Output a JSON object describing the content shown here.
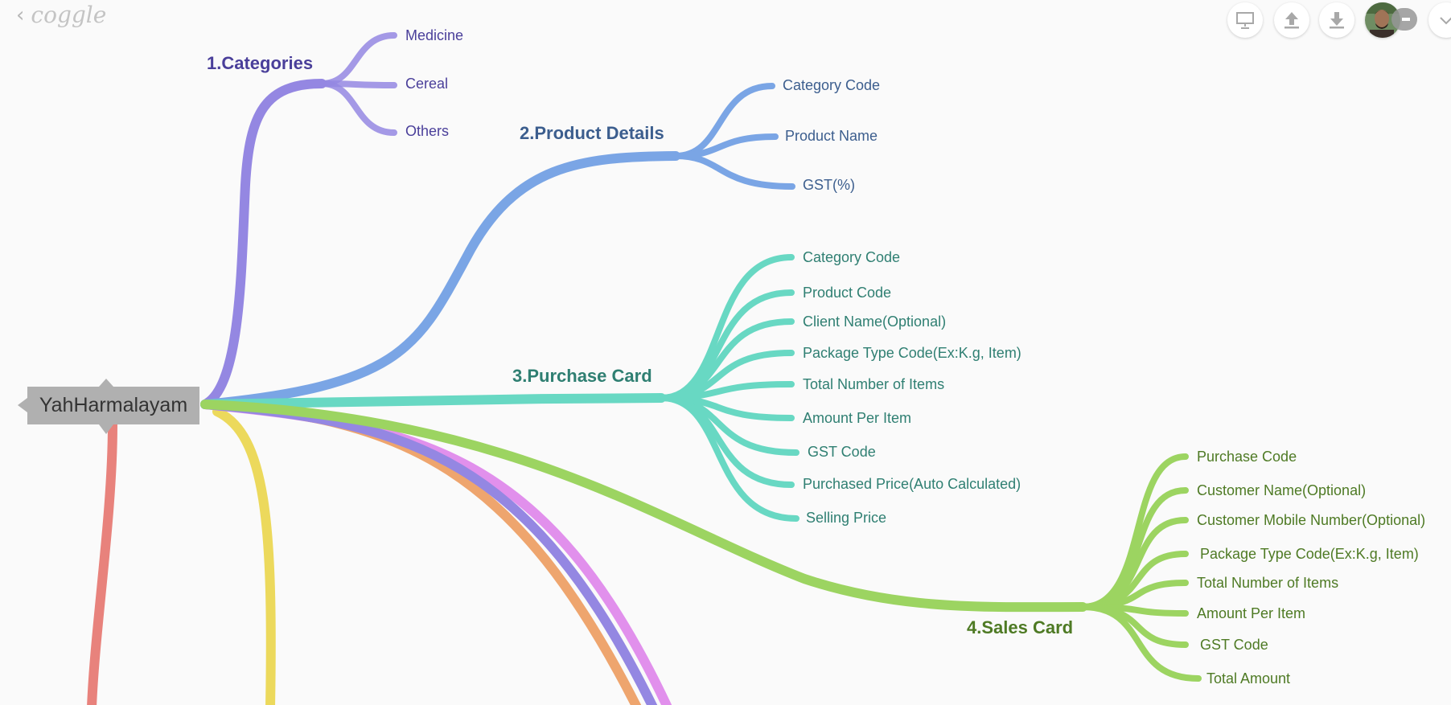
{
  "app": {
    "name": "coggle",
    "toolbar": {
      "present_icon": "presentation-icon",
      "share_icon": "upload-icon",
      "download_icon": "download-icon",
      "avatar_icon": "user-avatar",
      "menu_icon": "chevron-down-icon"
    }
  },
  "colors": {
    "background": "#fafafa",
    "root_box": "#b0b0b0",
    "categories": "#9487e2",
    "product_details": "#7aa5e5",
    "purchase_card": "#68d8c3",
    "sales_card": "#9cd461",
    "red_branch": "#e8827c",
    "yellow_branch": "#ecd95c",
    "orange_branch": "#eea56e",
    "pink_branch": "#e190ec"
  },
  "mindmap": {
    "root": "YahHarmalayam",
    "branches": [
      {
        "title": "1.Categories",
        "children": [
          "Medicine",
          "Cereal",
          "Others"
        ]
      },
      {
        "title": "2.Product Details",
        "children": [
          "Category Code",
          "Product Name",
          "GST(%)"
        ]
      },
      {
        "title": "3.Purchase Card",
        "children": [
          "Category Code",
          "Product Code",
          "Client Name(Optional)",
          "Package Type Code(Ex:K.g, Item)",
          "Total Number of Items",
          "Amount Per Item",
          "GST Code",
          "Purchased Price(Auto Calculated)",
          "Selling Price"
        ]
      },
      {
        "title": "4.Sales Card",
        "children": [
          "Purchase Code",
          "Customer Name(Optional)",
          "Customer Mobile Number(Optional)",
          "Package Type Code(Ex:K.g, Item)",
          "Total Number of Items",
          "Amount Per Item",
          "GST Code",
          "Total Amount"
        ]
      }
    ]
  }
}
